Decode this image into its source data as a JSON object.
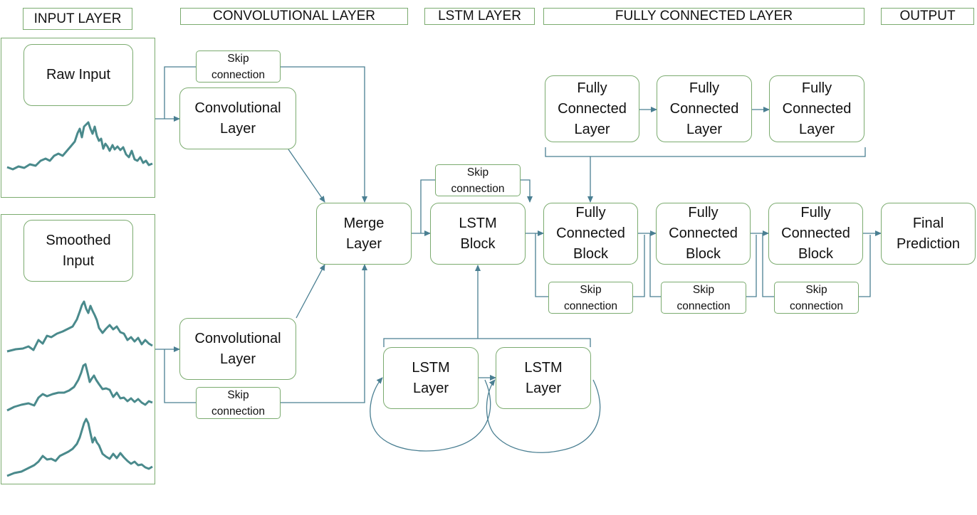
{
  "headers": {
    "input": "INPUT LAYER",
    "conv": "CONVOLUTIONAL LAYER",
    "lstm": "LSTM LAYER",
    "fc": "FULLY CONNECTED LAYER",
    "output": "OUTPUT"
  },
  "nodes": {
    "raw_input": "Raw Input",
    "smoothed_input": "Smoothed\nInput",
    "conv_top": "Convolutional\nLayer",
    "conv_bottom": "Convolutional\nLayer",
    "merge": "Merge\nLayer",
    "lstm_block": "LSTM\nBlock",
    "lstm_layer_1": "LSTM\nLayer",
    "lstm_layer_2": "LSTM\nLayer",
    "fc_layer_1": "Fully\nConnected\nLayer",
    "fc_layer_2": "Fully\nConnected\nLayer",
    "fc_layer_3": "Fully\nConnected\nLayer",
    "fc_block_1": "Fully\nConnected\nBlock",
    "fc_block_2": "Fully\nConnected\nBlock",
    "fc_block_3": "Fully\nConnected\nBlock",
    "final": "Final\nPrediction"
  },
  "skip_label": "Skip\nconnection",
  "colors": {
    "box_border": "#7bab6f",
    "arrow": "#4a7f92",
    "signal": "#4a8a8c"
  }
}
